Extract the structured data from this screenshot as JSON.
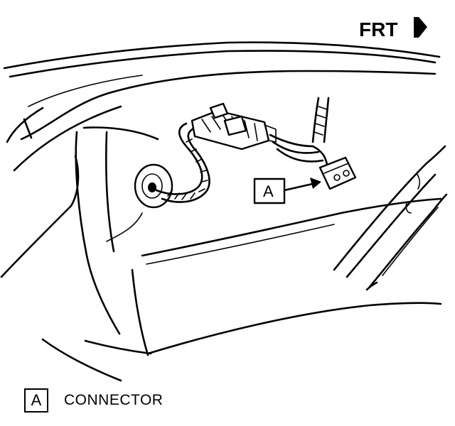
{
  "direction_label": "FRT",
  "callout": {
    "letter": "A"
  },
  "legend": [
    {
      "letter": "A",
      "text": "CONNECTOR"
    }
  ]
}
